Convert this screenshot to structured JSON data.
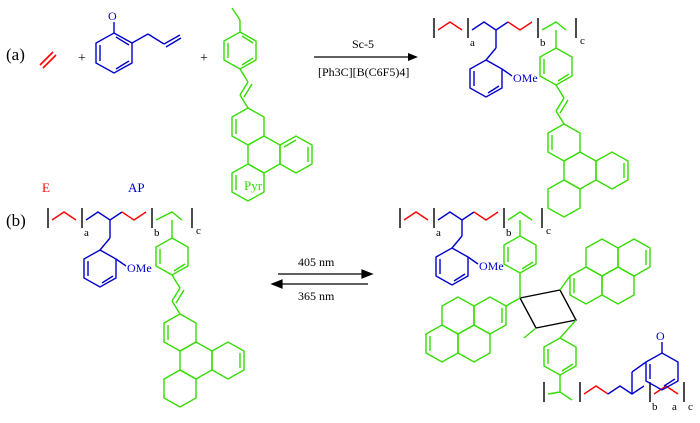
{
  "panels": [
    {
      "id": "a",
      "label": "(a)"
    },
    {
      "id": "b",
      "label": "(b)"
    }
  ],
  "reaction_a": {
    "catalyst": "Sc-5",
    "cocatalyst": "[Ph3C][B(C6F5)4]",
    "plus": "+"
  },
  "monomer_labels": {
    "ethylene": "E",
    "allylanisole": "AP",
    "pyrene_monomer": "Pyr"
  },
  "reaction_b": {
    "forward": "405 nm",
    "reverse": "365 nm"
  },
  "atom_labels": {
    "methoxy": "O",
    "methoxy_group": "OMe",
    "subscript_a": "a",
    "subscript_b": "b",
    "subscript_c": "c"
  },
  "colors": {
    "ethylene": "#ff0000",
    "allylanisole": "#0000cc",
    "pyrene": "#33dd00",
    "bond": "#000000"
  }
}
